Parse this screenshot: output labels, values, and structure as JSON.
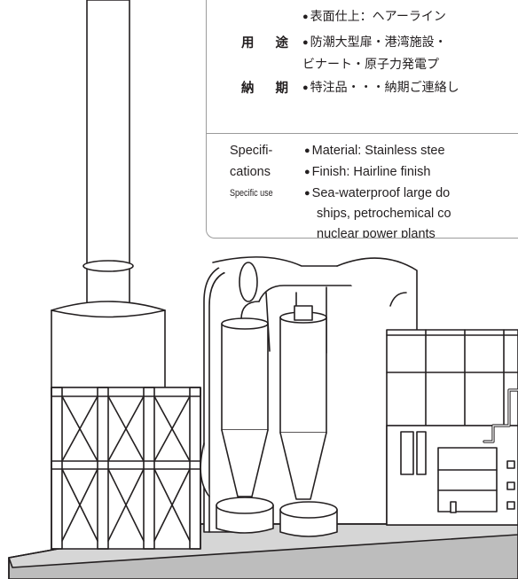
{
  "spec_jp": {
    "finish_line": "表面仕上：ヘアーライン",
    "use_label": "用 途",
    "use_line1": "防潮大型扉・港湾施設・",
    "use_line2": "ビナート・原子力発電プ",
    "delivery_label": "納 期",
    "delivery_line": "特注品・・・納期ご連絡し"
  },
  "spec_en": {
    "label_line1": "Specifi-",
    "label_line2": "cations",
    "label_line3": "Specific use",
    "material": "Material: Stainless stee",
    "finish": "Finish: Hairline finish",
    "use_line1": "Sea-waterproof large do",
    "use_line2": "ships, petrochemical co",
    "use_line3": "nuclear power plants"
  },
  "bullet": "●",
  "colors": {
    "line": "#231f20",
    "divider": "#9b9b9b",
    "ground": "#bdbdbd",
    "background": "#ffffff"
  }
}
